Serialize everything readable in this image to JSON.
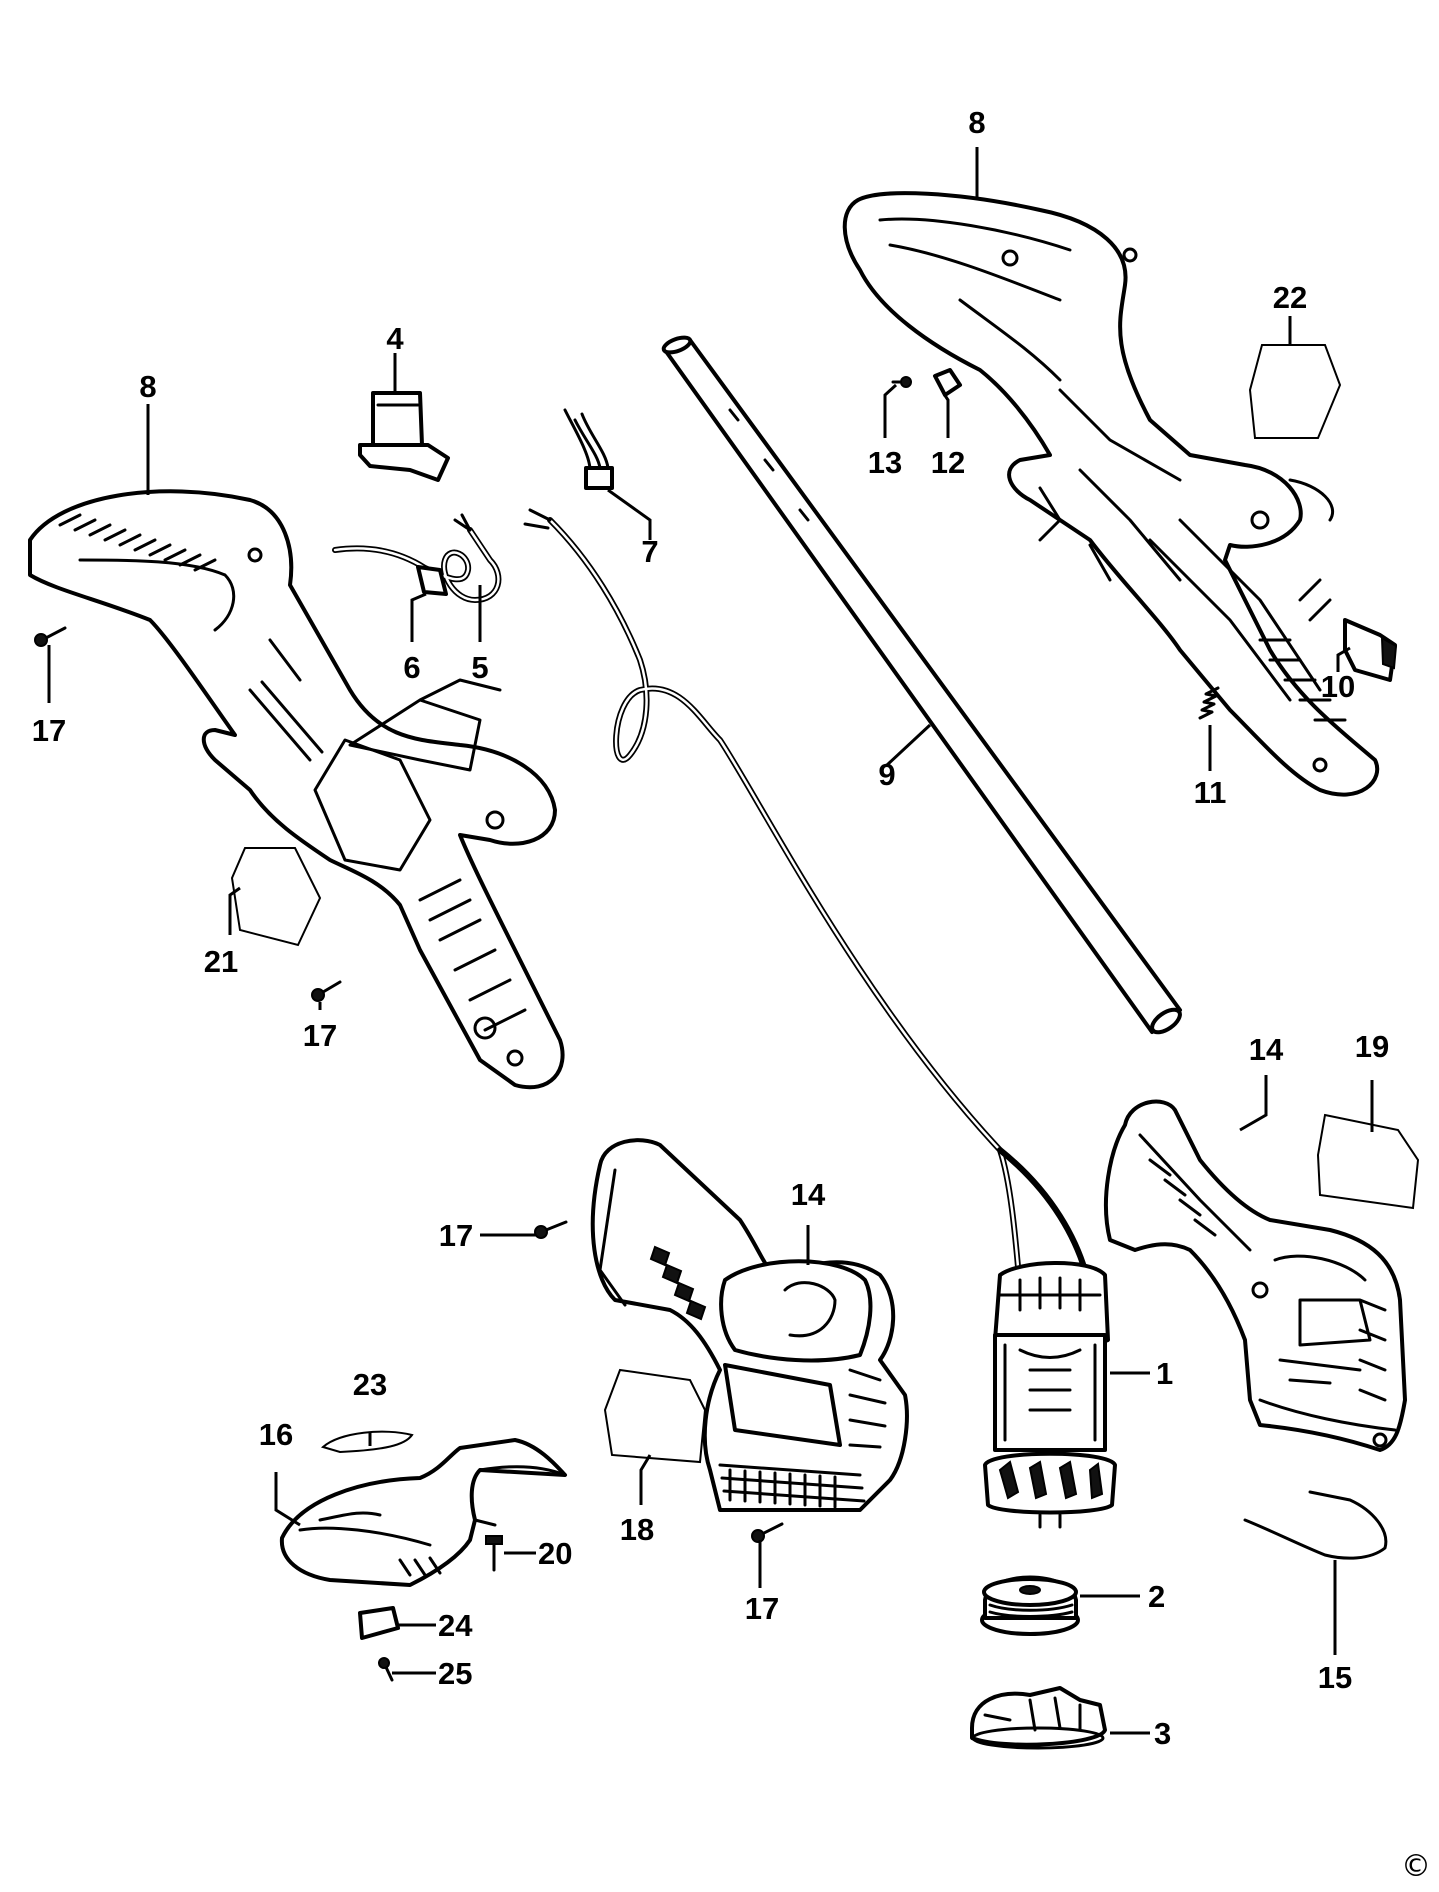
{
  "callouts": {
    "c1": "1",
    "c2": "2",
    "c3": "3",
    "c4": "4",
    "c5": "5",
    "c6": "6",
    "c7": "7",
    "c8": "8",
    "c9": "9",
    "c10": "10",
    "c11": "11",
    "c12": "12",
    "c13": "13",
    "c14": "14",
    "c15": "15",
    "c16": "16",
    "c17": "17",
    "c18": "18",
    "c19": "19",
    "c20": "20",
    "c21": "21",
    "c22": "22",
    "c23": "23",
    "c24": "24",
    "c25": "25"
  },
  "copyright_symbol": "©"
}
